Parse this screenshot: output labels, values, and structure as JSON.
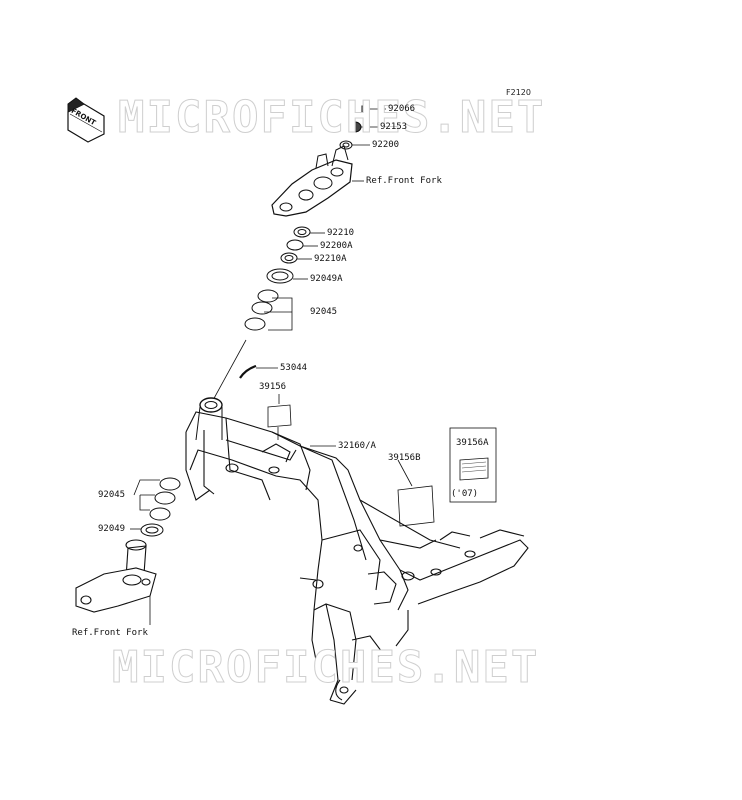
{
  "figure_id": "F2120",
  "front_label": "FRONT",
  "watermark": "MICROFICHES.NET",
  "parts": {
    "p92066": "92066",
    "p92153": "92153",
    "p92200": "92200",
    "ref_fork_top": "Ref.Front Fork",
    "p92210": "92210",
    "p92200A": "92200A",
    "p92210A": "92210A",
    "p92049A": "92049A",
    "p92045_top": "92045",
    "p53044": "53044",
    "p39156": "39156",
    "p32160A": "32160/A",
    "p39156B": "39156B",
    "p39156A": "39156A",
    "p07": "('07)",
    "p92045_bottom": "92045",
    "p92049": "92049",
    "ref_fork_bottom": "Ref.Front Fork"
  },
  "colors": {
    "line": "#111111",
    "watermark_outline": "#cfcfcf"
  }
}
